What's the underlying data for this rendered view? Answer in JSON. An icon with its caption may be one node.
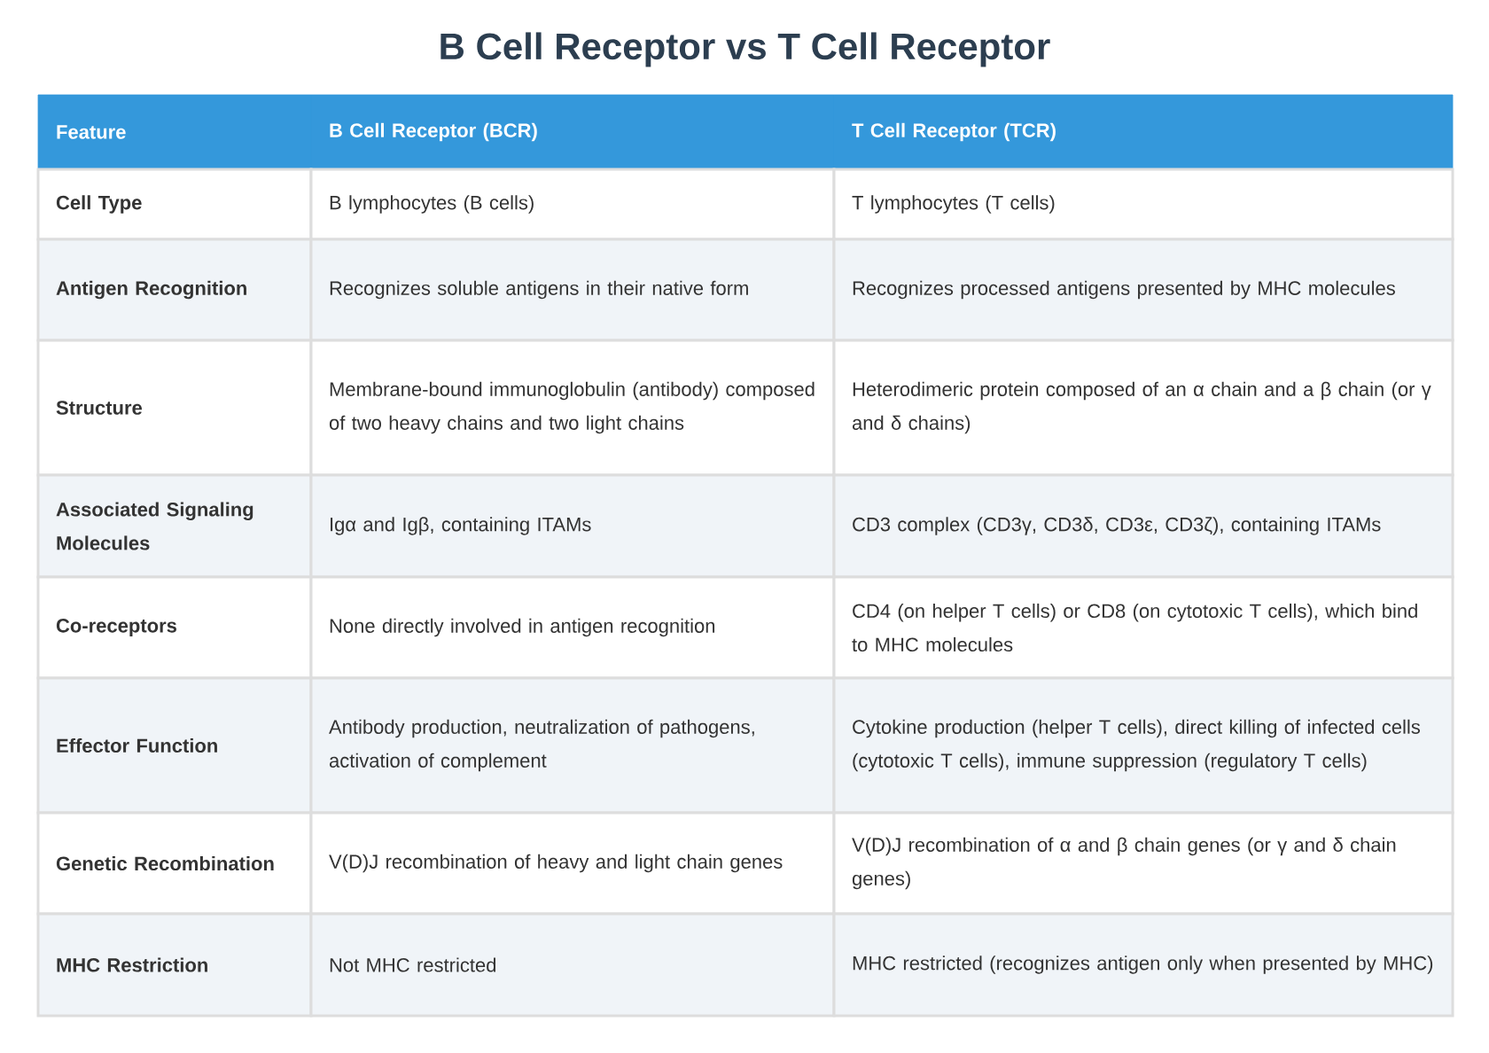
{
  "diagram": {
    "title": "B Cell Receptor vs T Cell Receptor",
    "labels": [
      "Feature",
      "B Cell Receptor (BCR)",
      "T Cell Receptor (TCR)",
      "Cell Type",
      "B lymphocytes (B cells)",
      "T lymphocytes (T cells)",
      "Antigen Recognition",
      "Recognizes soluble antigens in their native form",
      "Recognizes processed antigens presented by MHC molecules",
      "Structure",
      "Membrane-bound immunoglobulin (antibody) composed of two heavy chains and two light chains",
      "Heterodimeric protein composed of an α chain and a β chain (or γ and δ chains)",
      "Associated Signaling Molecules",
      "Igα and Igβ, containing ITAMs",
      "CD3 complex (CD3γ, CD3δ, CD3ε, CD3ζ), containing ITAMs",
      "Co-receptors",
      "None directly involved in antigen recognition",
      "CD4 (on helper T cells) or CD8 (on cytotoxic T cells), which bind to MHC molecules",
      "Effector Function",
      "Antibody production, neutralization of pathogens, activation of complement",
      "Cytokine production (helper T cells), direct killing of infected cells (cytotoxic T cells), immune suppression (regulatory T cells)",
      "Genetic Recombination",
      "V(D)J recombination of heavy and light chain genes",
      "V(D)J recombination of α and β chain genes (or γ and δ chain genes)",
      "MHC Restriction",
      "Not MHC restricted",
      "MHC restricted (recognizes antigen only when presented by MHC)"
    ]
  }
}
